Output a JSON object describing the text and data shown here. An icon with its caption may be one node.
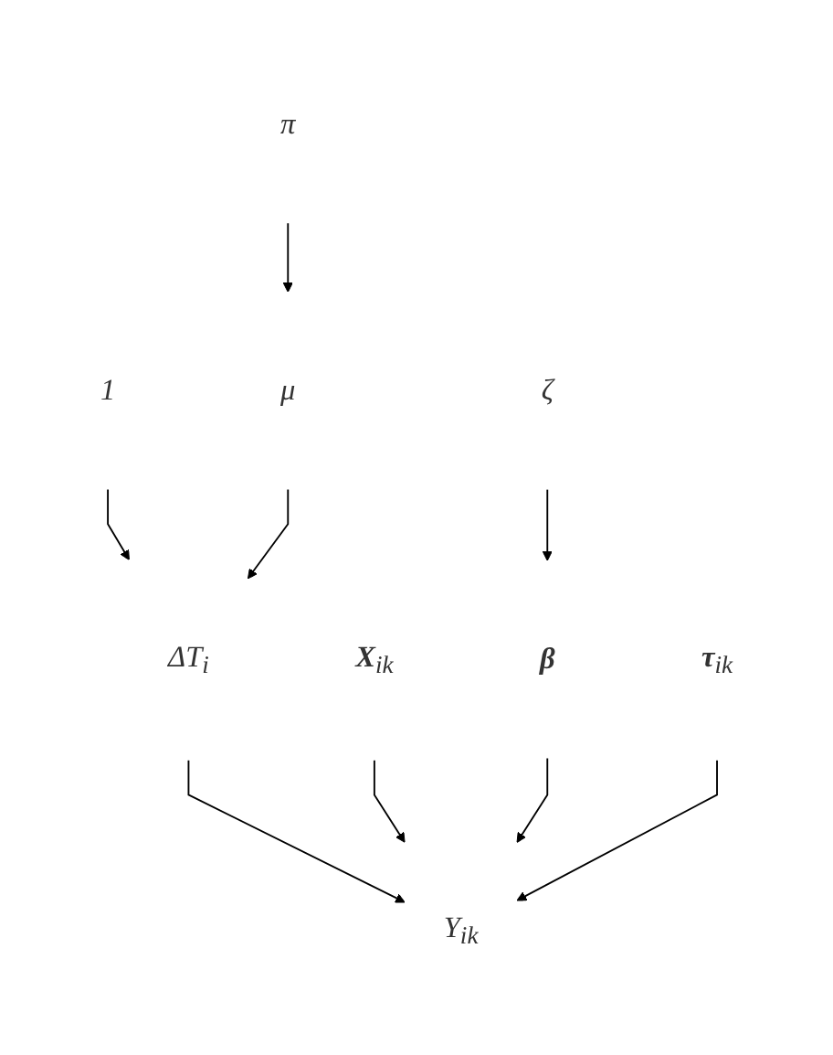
{
  "diagram": {
    "nodes": [
      {
        "text": [
          "π"
        ]
      },
      {
        "text": [
          "1"
        ]
      },
      {
        "text": [
          "μ"
        ]
      },
      {
        "text": [
          "ζ"
        ]
      },
      {
        "text": [
          "**X**$_{ik}$"
        ]
      },
      {
        "text": [
          "**β**"
        ]
      },
      {
        "text": [
          "ΔT$_{i}$"
        ]
      },
      {
        "text": [
          "**τ**$_{ik}$"
        ]
      },
      {
        "text": [
          "Y$_{ik}$"
        ]
      }
    ],
    "edges": [
      {
        "from": 0,
        "to": 2,
        "arrow": "to"
      },
      {
        "from": 3,
        "to": 5,
        "arrow": "to"
      },
      {
        "from": 1,
        "to": 6,
        "arrow": "to"
      },
      {
        "from": 2,
        "to": 6,
        "arrow": "to"
      },
      {
        "from": 6,
        "to": 8,
        "arrow": "to"
      },
      {
        "from": 4,
        "to": 8,
        "arrow": "to"
      },
      {
        "from": 5,
        "to": 8,
        "arrow": "to"
      },
      {
        "from": 7,
        "to": 8,
        "arrow": "to"
      }
    ]
  }
}
